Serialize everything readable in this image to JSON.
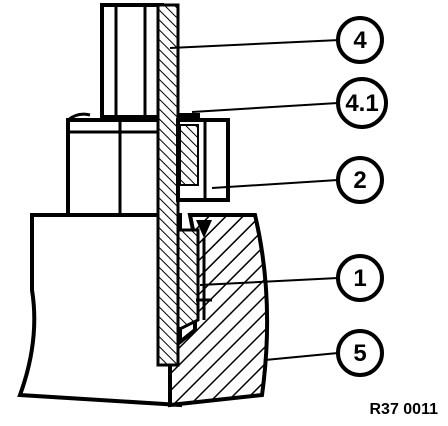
{
  "callouts": [
    {
      "id": "4",
      "label": "4"
    },
    {
      "id": "4.1",
      "label": "4.1"
    },
    {
      "id": "2",
      "label": "2"
    },
    {
      "id": "1",
      "label": "1"
    },
    {
      "id": "5",
      "label": "5"
    }
  ],
  "reference_code": "R37 0011",
  "colors": {
    "ink": "#000000",
    "paper": "#ffffff"
  }
}
